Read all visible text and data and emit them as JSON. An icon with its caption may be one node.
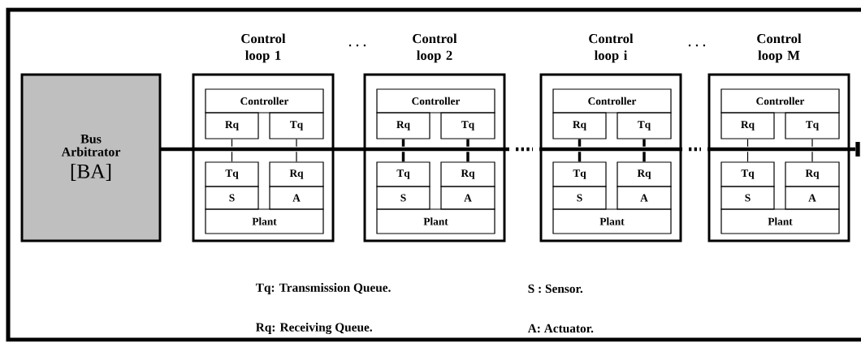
{
  "diagram": {
    "nodes": [
      {
        "text": [
          "Bus Arbitrator",
          "[BA]"
        ]
      },
      {
        "text": [],
        "shape": "bar"
      },
      {
        "text": [
          "Control loop 1"
        ]
      },
      {
        "text": [
          "Controller"
        ],
        "in": 2
      },
      {
        "text": [
          "Rq"
        ],
        "in": 2
      },
      {
        "text": [
          "Tq"
        ],
        "in": 2
      },
      {
        "text": [
          "Tq"
        ],
        "in": 2
      },
      {
        "text": [
          "Rq"
        ],
        "in": 2
      },
      {
        "text": [
          "S"
        ],
        "in": 2
      },
      {
        "text": [
          "A"
        ],
        "in": 2
      },
      {
        "text": [
          "Plant"
        ],
        "in": 2
      },
      {
        "text": [
          "Control loop 2"
        ]
      },
      {
        "text": [
          "Controller"
        ],
        "in": 11
      },
      {
        "text": [
          "Rq"
        ],
        "in": 11
      },
      {
        "text": [
          "Tq"
        ],
        "in": 11
      },
      {
        "text": [
          "Tq"
        ],
        "in": 11
      },
      {
        "text": [
          "Rq"
        ],
        "in": 11
      },
      {
        "text": [
          "S"
        ],
        "in": 11
      },
      {
        "text": [
          "A"
        ],
        "in": 11
      },
      {
        "text": [
          "Plant"
        ],
        "in": 11
      },
      {
        "text": [
          "Control loop i"
        ]
      },
      {
        "text": [
          "Controller"
        ],
        "in": 20
      },
      {
        "text": [
          "Rq"
        ],
        "in": 20
      },
      {
        "text": [
          "Tq"
        ],
        "in": 20
      },
      {
        "text": [
          "Tq"
        ],
        "in": 20
      },
      {
        "text": [
          "Rq"
        ],
        "in": 20
      },
      {
        "text": [
          "S"
        ],
        "in": 20
      },
      {
        "text": [
          "A"
        ],
        "in": 20
      },
      {
        "text": [
          "Plant"
        ],
        "in": 20
      },
      {
        "text": [
          "Control loop M"
        ]
      },
      {
        "text": [
          "Controller"
        ],
        "in": 29
      },
      {
        "text": [
          "Rq"
        ],
        "in": 29
      },
      {
        "text": [
          "Tq"
        ],
        "in": 29
      },
      {
        "text": [
          "Tq"
        ],
        "in": 29
      },
      {
        "text": [
          "Rq"
        ],
        "in": 29
      },
      {
        "text": [
          "S"
        ],
        "in": 29
      },
      {
        "text": [
          "A"
        ],
        "in": 29
      },
      {
        "text": [
          "Plant"
        ],
        "in": 29
      }
    ],
    "edges": [
      {
        "from": 4,
        "to": 1,
        "arrow": "none"
      },
      {
        "from": 5,
        "to": 1,
        "arrow": "none"
      },
      {
        "from": 6,
        "to": 1,
        "arrow": "none"
      },
      {
        "from": 7,
        "to": 1,
        "arrow": "none"
      },
      {
        "from": 13,
        "to": 1,
        "arrow": "none",
        "style": "thick"
      },
      {
        "from": 14,
        "to": 1,
        "arrow": "none",
        "style": "thick"
      },
      {
        "from": 15,
        "to": 1,
        "arrow": "none",
        "style": "thick"
      },
      {
        "from": 16,
        "to": 1,
        "arrow": "none",
        "style": "thick"
      },
      {
        "from": 22,
        "to": 1,
        "arrow": "none",
        "style": "thick"
      },
      {
        "from": 23,
        "to": 1,
        "arrow": "none",
        "style": "thick"
      },
      {
        "from": 24,
        "to": 1,
        "arrow": "none",
        "style": "thick"
      },
      {
        "from": 25,
        "to": 1,
        "arrow": "none",
        "style": "thick"
      },
      {
        "from": 31,
        "to": 1,
        "arrow": "none"
      },
      {
        "from": 32,
        "to": 1,
        "arrow": "none"
      },
      {
        "from": 33,
        "to": 1,
        "arrow": "none"
      },
      {
        "from": 34,
        "to": 1,
        "arrow": "none"
      }
    ],
    "labels": [
      "· · ·",
      "· · ·",
      "Tq: Transmission Queue.",
      "S : Sensor.",
      "Rq: Receiving Queue.",
      "A: Actuator."
    ]
  }
}
